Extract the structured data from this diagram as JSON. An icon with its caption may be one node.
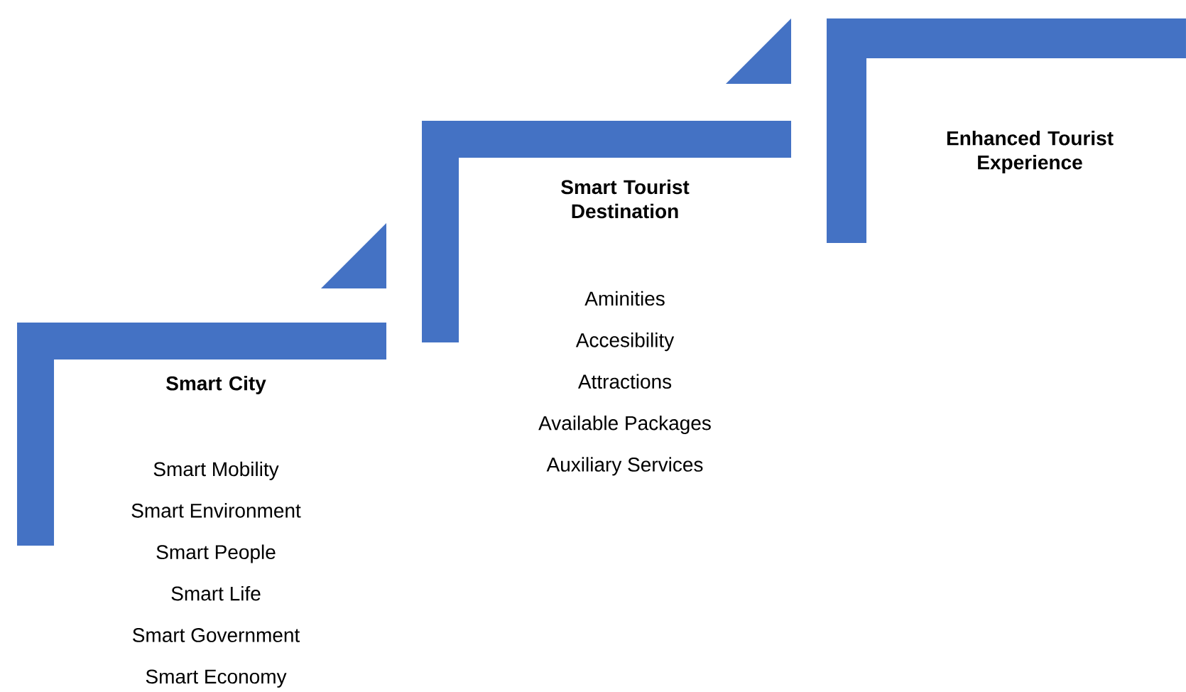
{
  "diagram": {
    "nodes": [
      {
        "text": [
          "Smart City",
          "Smart Mobility",
          "Smart Environment",
          "Smart People",
          "Smart Life",
          "Smart Government",
          "Smart Economy"
        ]
      },
      {
        "text": [
          "Smart Tourist Destination",
          "Aminities",
          "Accesibility",
          "Attractions",
          "Available Packages",
          "Auxiliary Services"
        ]
      },
      {
        "text": [
          "Enhanced Tourist Experience"
        ]
      }
    ]
  }
}
